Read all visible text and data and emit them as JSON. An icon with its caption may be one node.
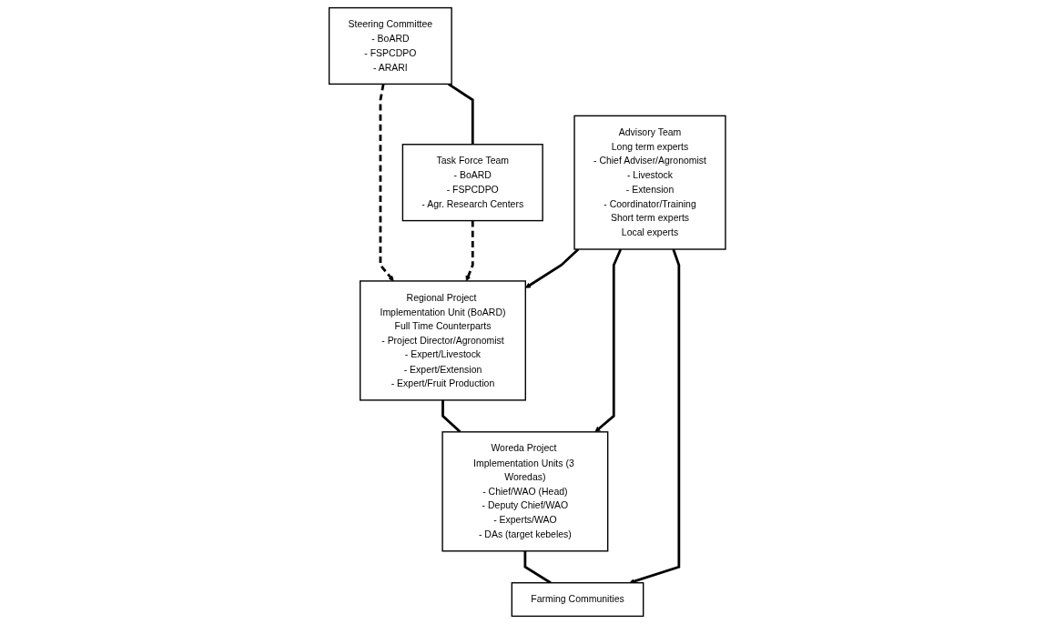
{
  "diagram": {
    "nodes": [
      {
        "text": [
          "Steering Committee",
          "- BoARD",
          "- FSPCDPO",
          "- ARARI"
        ]
      },
      {
        "text": [
          "Task Force Team",
          "- BoARD",
          "- FSPCDPO",
          "- Agr. Research Centers"
        ]
      },
      {
        "text": [
          "Regional Project Implementation Unit (BoARD)",
          "Full Time Counterparts",
          "- Project Director/Agronomist",
          "- Expert/Livestock",
          "- Expert/Extension",
          "- Expert/Fruit Production"
        ]
      },
      {
        "text": [
          "Woreda Project Implementation Units (3 Woredas)",
          "- Chief/WAO (Head)",
          "- Deputy Chief/WAO",
          "- Experts/WAO",
          "- DAs (target kebeles)"
        ]
      },
      {
        "text": [
          "Farming Communities"
        ]
      },
      {
        "text": [
          "Advisory Team",
          "Long term experts",
          "- Chief Adviser/Agronomist",
          "- Livestock",
          "- Extension",
          "- Coordinator/Training",
          "Short term experts",
          "Local experts"
        ]
      }
    ],
    "edges": [
      {
        "from": 0,
        "to": 2,
        "arrow": "to",
        "style": "dashed"
      },
      {
        "from": 1,
        "to": 2,
        "arrow": "to",
        "style": "dashed"
      },
      {
        "from": 0,
        "to": 1,
        "arrow": "none"
      },
      {
        "from": 2,
        "to": 3,
        "arrow": "none"
      },
      {
        "from": 3,
        "to": 4,
        "arrow": "none"
      },
      {
        "from": 5,
        "to": 2,
        "arrow": "to"
      },
      {
        "from": 5,
        "to": 3,
        "arrow": "to"
      },
      {
        "from": 5,
        "to": 4,
        "arrow": "to"
      }
    ]
  }
}
